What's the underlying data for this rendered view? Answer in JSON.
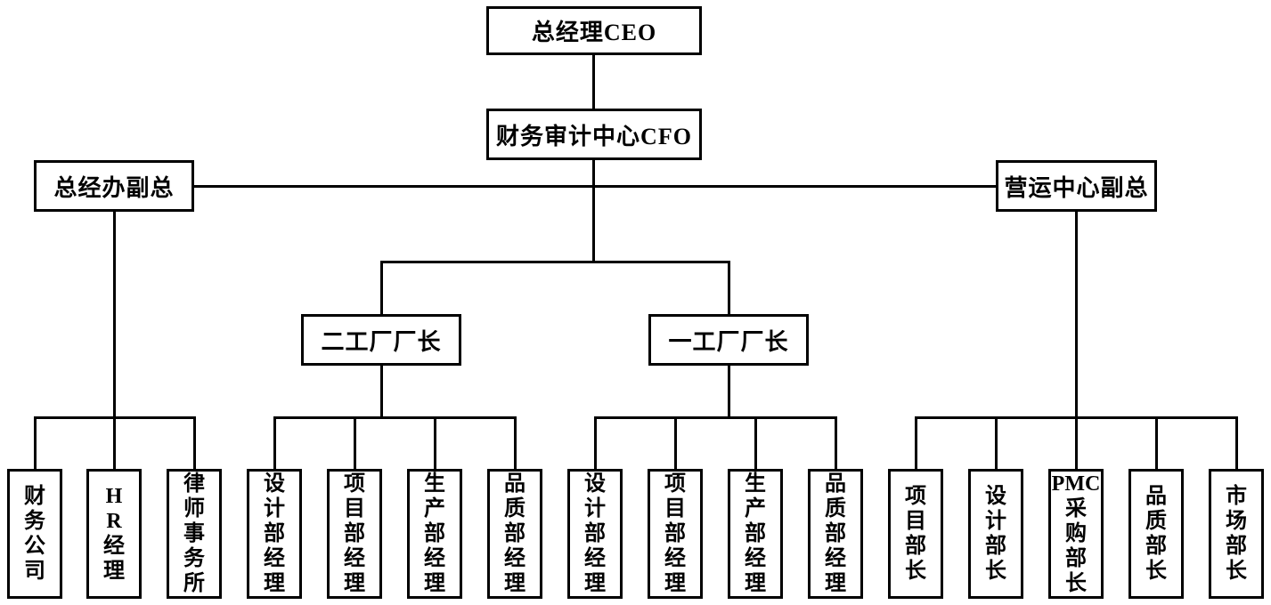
{
  "page": {
    "background_color": "#ffffff",
    "line_color": "#000000",
    "text_color": "#000000"
  },
  "org": {
    "ceo": {
      "label": "总经理CEO"
    },
    "cfo": {
      "label": "财务审计中心CFO"
    },
    "gm_office": {
      "label": "总经办副总"
    },
    "ops_center": {
      "label": "营运中心副总"
    },
    "factory2": {
      "label": "二工厂厂长"
    },
    "factory1": {
      "label": "一工厂厂长"
    },
    "gm_office_children": [
      {
        "text": "财务公司",
        "label": "财\n务\n公\n司"
      },
      {
        "text": "HR经理",
        "label": "H\nR\n经\n理"
      },
      {
        "text": "律师事务所",
        "label": "律\n师\n事\n务\n所"
      }
    ],
    "factory2_children": [
      {
        "text": "设计部经理",
        "label": "设\n计\n部\n经\n理"
      },
      {
        "text": "项目部经理",
        "label": "项\n目\n部\n经\n理"
      },
      {
        "text": "生产部经理",
        "label": "生\n产\n部\n经\n理"
      },
      {
        "text": "品质部经理",
        "label": "品\n质\n部\n经\n理"
      }
    ],
    "factory1_children": [
      {
        "text": "设计部经理",
        "label": "设\n计\n部\n经\n理"
      },
      {
        "text": "项目部经理",
        "label": "项\n目\n部\n经\n理"
      },
      {
        "text": "生产部经理",
        "label": "生\n产\n部\n经\n理"
      },
      {
        "text": "品质部经理",
        "label": "品\n质\n部\n经\n理"
      }
    ],
    "ops_center_children": [
      {
        "text": "项目部长",
        "label": "项\n目\n部\n长"
      },
      {
        "text": "设计部长",
        "label": "设\n计\n部\n长"
      },
      {
        "text": "PMC采购部长",
        "label": "PMC\n采\n购\n部\n长"
      },
      {
        "text": "品质部长",
        "label": "品\n质\n部\n长"
      },
      {
        "text": "市场部长",
        "label": "市\n场\n部\n长"
      }
    ]
  }
}
